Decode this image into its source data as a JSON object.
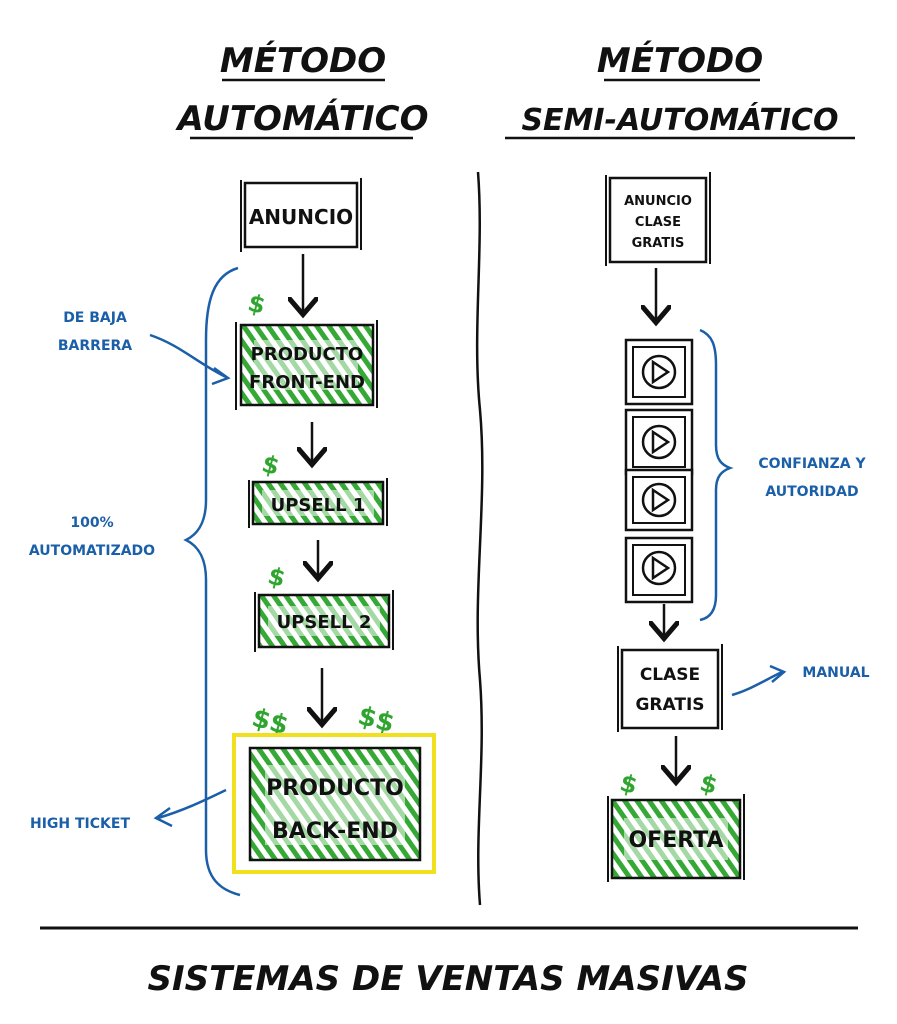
{
  "left_title": {
    "line1": "MÉTODO",
    "line2": "AUTOMÁTICO"
  },
  "right_title": {
    "line1": "MÉTODO",
    "line2": "SEMI-AUTOMÁTICO"
  },
  "left_flow": {
    "anuncio": "ANUNCIO",
    "front_end": {
      "line1": "PRODUCTO",
      "line2": "FRONT-END"
    },
    "upsell1": "UPSELL 1",
    "upsell2": "UPSELL 2",
    "back_end": {
      "line1": "PRODUCTO",
      "line2": "BACK-END"
    }
  },
  "left_notes": {
    "baja_barrera": {
      "line1": "DE BAJA",
      "line2": "BARRERA"
    },
    "automatizado": {
      "line1": "100%",
      "line2": "AUTOMATIZADO"
    },
    "high_ticket": "HIGH TICKET"
  },
  "right_flow": {
    "anuncio": {
      "line1": "ANUNCIO",
      "line2": "CLASE",
      "line3": "GRATIS"
    },
    "clase_gratis": {
      "line1": "CLASE",
      "line2": "GRATIS"
    },
    "oferta": "OFERTA"
  },
  "right_notes": {
    "confianza": {
      "line1": "CONFIANZA Y",
      "line2": "AUTORIDAD"
    },
    "manual": "MANUAL"
  },
  "symbols": {
    "single": "$",
    "double": "$$"
  },
  "footer": "SISTEMAS DE VENTAS MASIVAS",
  "colors": {
    "ink": "#111111",
    "blue": "#1a5fa8",
    "green": "#2fa52f",
    "yellow": "#f0e020"
  }
}
